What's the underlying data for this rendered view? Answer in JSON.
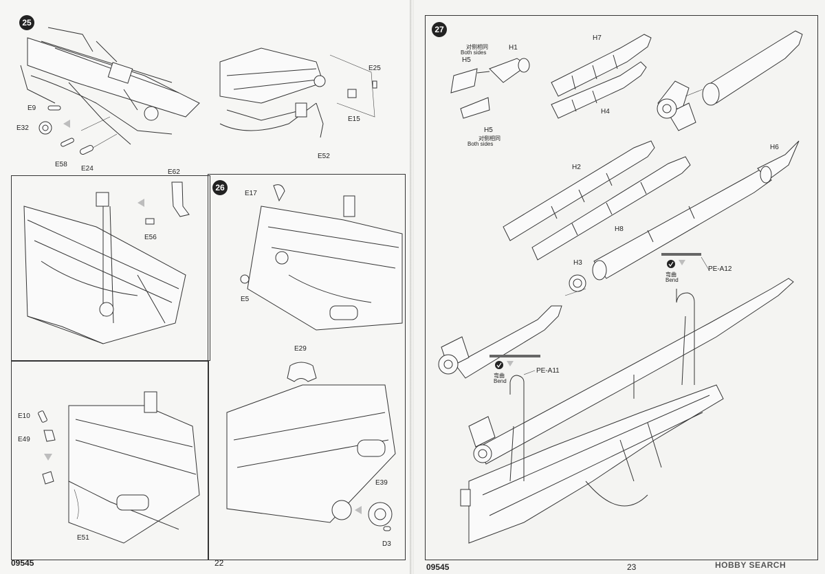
{
  "left_page": {
    "code": "09545",
    "page_number": "22",
    "step25": {
      "number": "25",
      "parts": [
        "E9",
        "E32",
        "E58",
        "E24",
        "E25",
        "E15",
        "E52",
        "E62",
        "E56"
      ]
    },
    "step26": {
      "number": "26",
      "parts": [
        "E17",
        "E5",
        "E29",
        "E39",
        "D3",
        "E10",
        "E49",
        "E51"
      ]
    }
  },
  "right_page": {
    "code": "09545",
    "page_number": "23",
    "step27": {
      "number": "27",
      "both_sides_cn": "对侧相同",
      "both_sides_en": "Both sides",
      "bend_cn": "弯曲",
      "bend_en": "Bend",
      "parts": [
        "H1",
        "H5",
        "H5",
        "H7",
        "H4",
        "H6",
        "H2",
        "H8",
        "H3",
        "PE-A12",
        "PE-A11"
      ]
    }
  },
  "watermark": "HOBBY SEARCH",
  "icons": [
    "bend-icon",
    "down-arrow-icon",
    "left-arrow-icon"
  ]
}
